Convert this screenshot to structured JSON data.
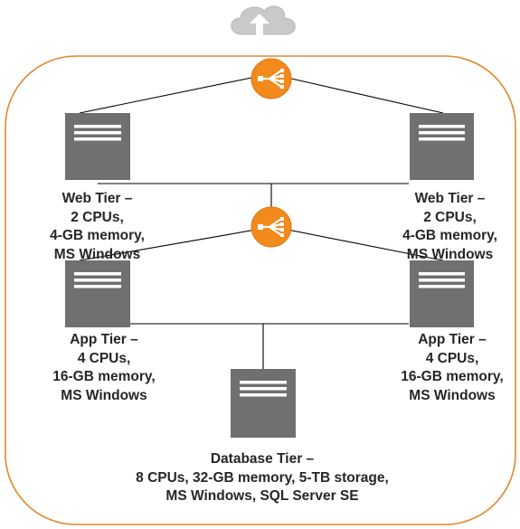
{
  "colors": {
    "boundary": "#e0872e",
    "server": "#707070",
    "server_lines": "#ffffff",
    "load_balancer": "#f28a1c",
    "cloud": "#c9c9c9",
    "connector": "#000000",
    "text": "#262626"
  },
  "icons": {
    "internet": "cloud-upload-icon",
    "load_balancer": "load-balancer-icon",
    "server": "server-icon"
  },
  "web_tier_left": {
    "lines": [
      "Web Tier –",
      "2 CPUs,",
      "4-GB memory,",
      "MS Windows"
    ]
  },
  "web_tier_right": {
    "lines": [
      "Web Tier –",
      "2 CPUs,",
      "4-GB memory,",
      "MS Windows"
    ]
  },
  "app_tier_left": {
    "lines": [
      "App Tier –",
      "4 CPUs,",
      "16-GB memory,",
      "MS Windows"
    ]
  },
  "app_tier_right": {
    "lines": [
      "App Tier –",
      "4 CPUs,",
      "16-GB memory,",
      "MS Windows"
    ]
  },
  "database_tier": {
    "lines": [
      "Database Tier –",
      "8 CPUs, 32-GB memory, 5-TB storage,",
      "MS Windows, SQL Server SE"
    ]
  }
}
